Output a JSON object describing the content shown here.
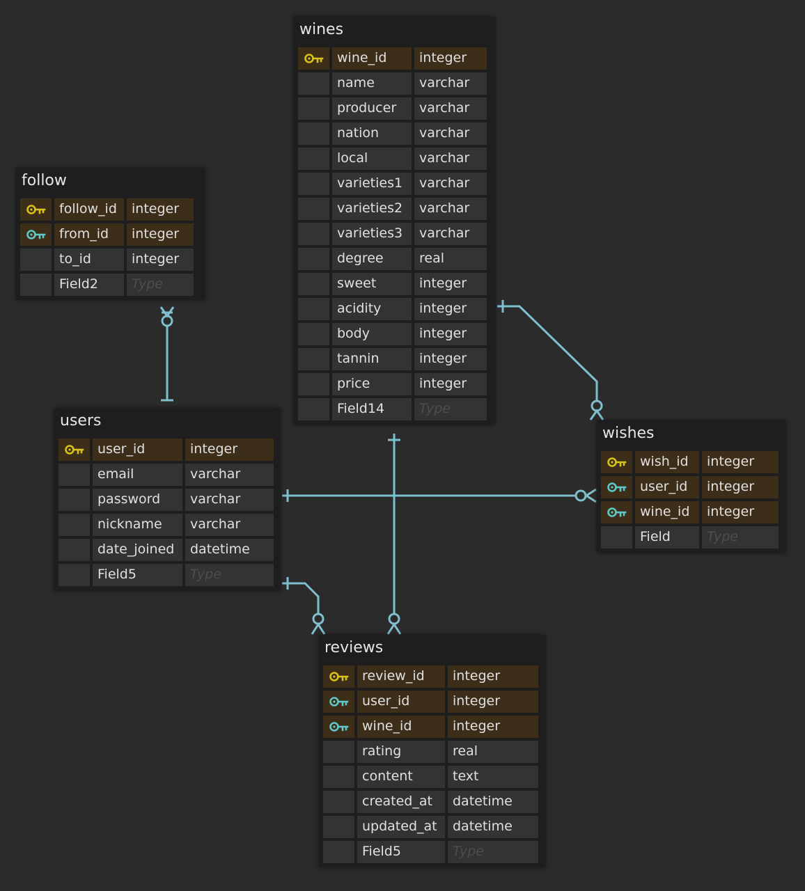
{
  "colors": {
    "background": "#2b2b2b",
    "table_bg": "#1e1e1e",
    "cell_bg": "#333333",
    "key_row_bg": "#3d2e1a",
    "primary_key_icon": "#d9c21a",
    "foreign_key_icon": "#5fc9c9",
    "connector": "#7fbfcf"
  },
  "type_placeholder": "Type",
  "tables": [
    {
      "id": "wines",
      "name": "wines",
      "fields": [
        {
          "name": "wine_id",
          "type": "integer",
          "key": "primary-key-icon"
        },
        {
          "name": "name",
          "type": "varchar",
          "key": ""
        },
        {
          "name": "producer",
          "type": "varchar",
          "key": ""
        },
        {
          "name": "nation",
          "type": "varchar",
          "key": ""
        },
        {
          "name": "local",
          "type": "varchar",
          "key": ""
        },
        {
          "name": "varieties1",
          "type": "varchar",
          "key": ""
        },
        {
          "name": "varieties2",
          "type": "varchar",
          "key": ""
        },
        {
          "name": "varieties3",
          "type": "varchar",
          "key": ""
        },
        {
          "name": "degree",
          "type": "real",
          "key": ""
        },
        {
          "name": "sweet",
          "type": "integer",
          "key": ""
        },
        {
          "name": "acidity",
          "type": "integer",
          "key": ""
        },
        {
          "name": "body",
          "type": "integer",
          "key": ""
        },
        {
          "name": "tannin",
          "type": "integer",
          "key": ""
        },
        {
          "name": "price",
          "type": "integer",
          "key": ""
        },
        {
          "name": "Field14",
          "type": "",
          "key": ""
        }
      ]
    },
    {
      "id": "follow",
      "name": "follow",
      "fields": [
        {
          "name": "follow_id",
          "type": "integer",
          "key": "primary-key-icon"
        },
        {
          "name": "from_id",
          "type": "integer",
          "key": "foreign-key-icon"
        },
        {
          "name": "to_id",
          "type": "integer",
          "key": ""
        },
        {
          "name": "Field2",
          "type": "",
          "key": ""
        }
      ]
    },
    {
      "id": "users",
      "name": "users",
      "fields": [
        {
          "name": "user_id",
          "type": "integer",
          "key": "primary-key-icon"
        },
        {
          "name": "email",
          "type": "varchar",
          "key": ""
        },
        {
          "name": "password",
          "type": "varchar",
          "key": ""
        },
        {
          "name": "nickname",
          "type": "varchar",
          "key": ""
        },
        {
          "name": "date_joined",
          "type": "datetime",
          "key": ""
        },
        {
          "name": "Field5",
          "type": "",
          "key": ""
        }
      ]
    },
    {
      "id": "wishes",
      "name": "wishes",
      "fields": [
        {
          "name": "wish_id",
          "type": "integer",
          "key": "primary-key-icon"
        },
        {
          "name": "user_id",
          "type": "integer",
          "key": "foreign-key-icon"
        },
        {
          "name": "wine_id",
          "type": "integer",
          "key": "foreign-key-icon"
        },
        {
          "name": "Field",
          "type": "",
          "key": ""
        }
      ]
    },
    {
      "id": "reviews",
      "name": "reviews",
      "fields": [
        {
          "name": "review_id",
          "type": "integer",
          "key": "primary-key-icon"
        },
        {
          "name": "user_id",
          "type": "integer",
          "key": "foreign-key-icon"
        },
        {
          "name": "wine_id",
          "type": "integer",
          "key": "foreign-key-icon"
        },
        {
          "name": "rating",
          "type": "real",
          "key": ""
        },
        {
          "name": "content",
          "type": "text",
          "key": ""
        },
        {
          "name": "created_at",
          "type": "datetime",
          "key": ""
        },
        {
          "name": "updated_at",
          "type": "datetime",
          "key": ""
        },
        {
          "name": "Field5",
          "type": "",
          "key": ""
        }
      ]
    }
  ],
  "relationships": [
    {
      "from": "users",
      "to": "follow",
      "from_cardinality": "one",
      "to_cardinality": "zero-or-many"
    },
    {
      "from": "wines",
      "to": "wishes",
      "from_cardinality": "one",
      "to_cardinality": "zero-or-many"
    },
    {
      "from": "users",
      "to": "wishes",
      "from_cardinality": "one",
      "to_cardinality": "zero-or-many"
    },
    {
      "from": "wines",
      "to": "reviews",
      "from_cardinality": "one",
      "to_cardinality": "zero-or-many"
    },
    {
      "from": "users",
      "to": "reviews",
      "from_cardinality": "one",
      "to_cardinality": "zero-or-many"
    }
  ]
}
